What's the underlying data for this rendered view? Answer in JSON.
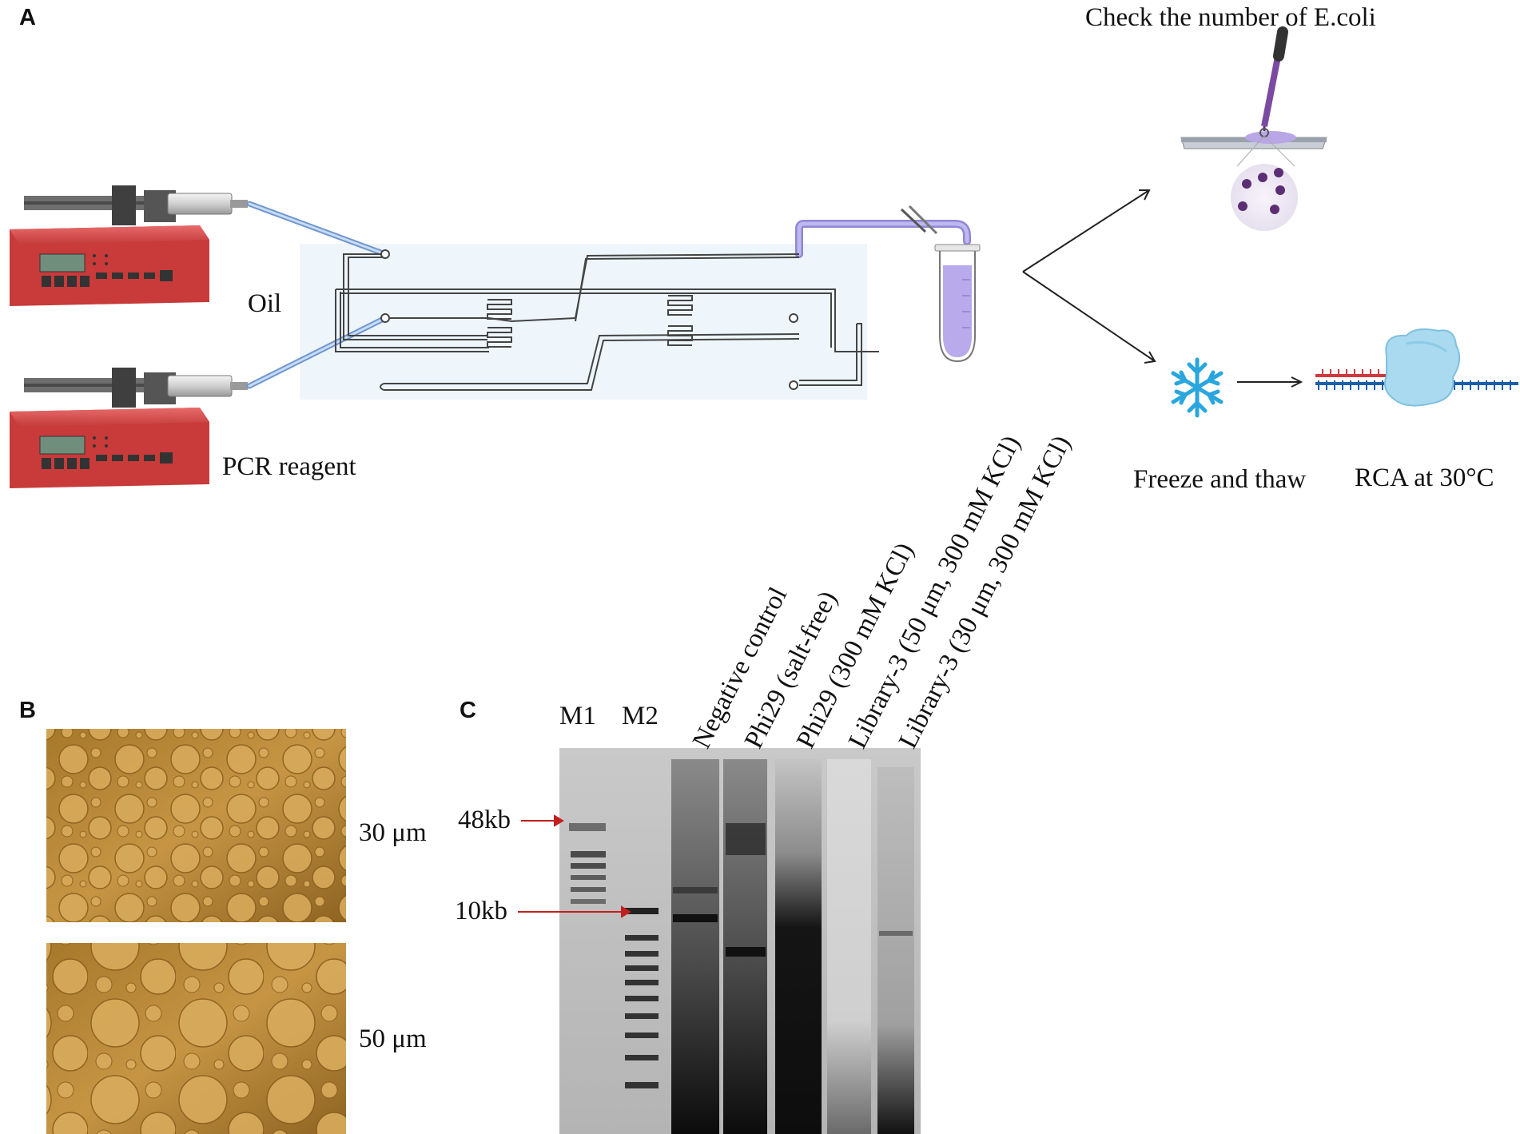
{
  "panel_a": {
    "letter": "A",
    "oil_label": "Oil",
    "pcr_label": "PCR reagent",
    "check_label": "Check the number of E.coli",
    "freeze_label": "Freeze and thaw",
    "rca_label": "RCA at 30°C"
  },
  "panel_b": {
    "letter": "B",
    "size_top": "30 μm",
    "size_bottom": "50 μm"
  },
  "panel_c": {
    "letter": "C",
    "lanes": [
      "M1",
      "M2",
      "Negative control",
      "Phi29 (salt-free)",
      "Phi29 (300 mM KCl)",
      "Library-3 (50 μm, 300 mM KCl)",
      "Library-3 (30 μm, 300 mM KCl)"
    ],
    "marker_48": "48kb",
    "marker_10": "10kb"
  },
  "colors": {
    "pump_red": "#d64545",
    "tube_blue": "#8fb4e6",
    "liquid_purple": "#b7a6e6",
    "arrow_red": "#c0201f",
    "snowflake_blue": "#2aa6de"
  }
}
